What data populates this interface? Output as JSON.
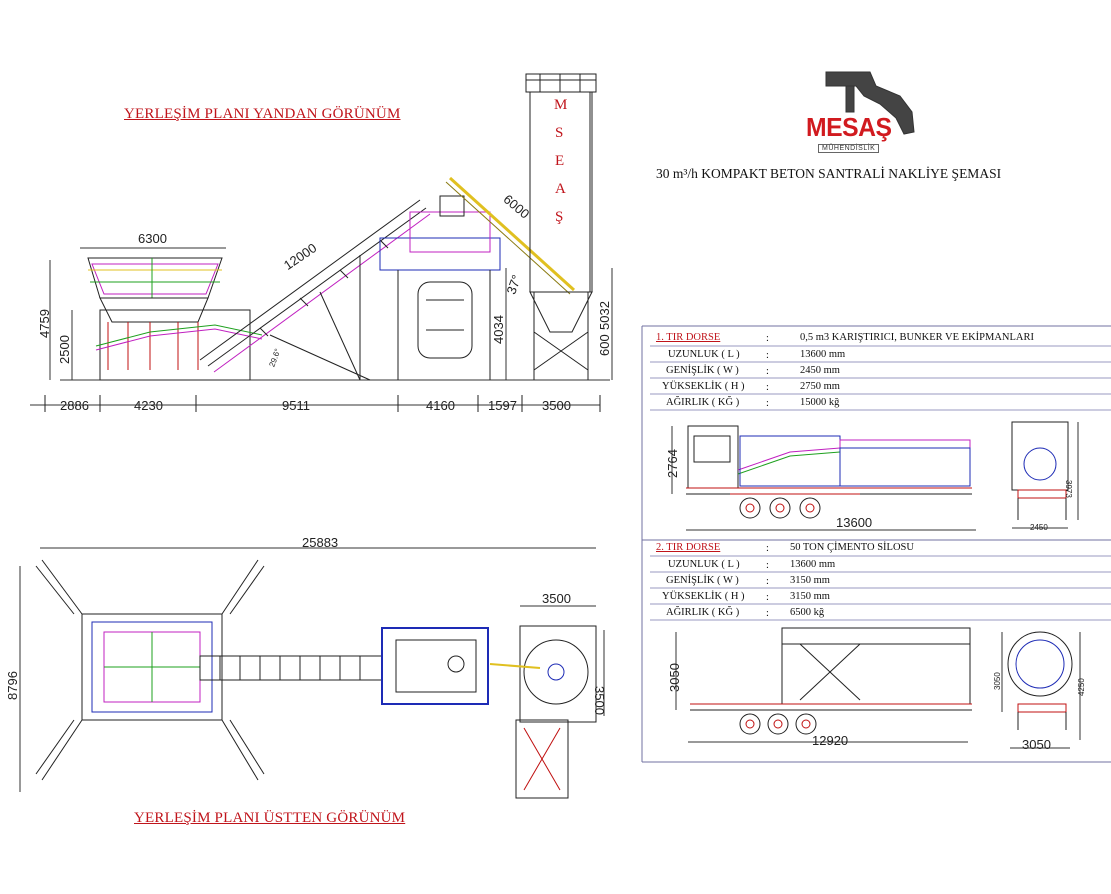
{
  "titles": {
    "side_view": "YERLEŞİM PLANI YANDAN GÖRÜNÜM",
    "top_view": "YERLEŞİM PLANI ÜSTTEN GÖRÜNÜM",
    "plant": "30 m³/h KOMPAKT  BETON SANTRALİ NAKLİYE ŞEMASI"
  },
  "brand": {
    "name": "MESAŞ",
    "subtitle": "MÜHENDİSLİK",
    "silo_letters": [
      "M",
      "S",
      "E",
      "A",
      "Ş"
    ]
  },
  "side_view_dims": {
    "bunker_width": "6300",
    "conveyor_length": "12000",
    "screw_length": "6000",
    "screw_angle": "37°",
    "conveyor_angle": "29.6°",
    "height_bunker_top": "4759",
    "height_bunker": "2500",
    "height_mixer": "4034",
    "height_silo_leg": "5032",
    "height_silo_leg_overlap": "600",
    "bottom": [
      "2886",
      "4230",
      "9511",
      "4160",
      "1597",
      "3500"
    ]
  },
  "top_view_dims": {
    "total_length": "25883",
    "total_width": "8796",
    "silo_width": "3500",
    "silo_depth": "3500"
  },
  "truck1": {
    "header": "1. TIR DORSE",
    "description": "0,5 m3 KARIŞTIRICI, BUNKER VE EKİPMANLARI",
    "rows": [
      {
        "label": "UZUNLUK ( L )",
        "value": "13600 mm"
      },
      {
        "label": "GENİŞLİK ( W )",
        "value": "2450 mm"
      },
      {
        "label": "YÜKSEKLİK ( H )",
        "value": "2750 mm"
      },
      {
        "label": "AĞIRLIK ( KĞ )",
        "value": "15000 kğ"
      }
    ],
    "dims": {
      "height": "2764",
      "length": "13600",
      "width": "2450",
      "side_height": "3973"
    }
  },
  "truck2": {
    "header": "2. TIR DORSE",
    "description": "50 TON ÇİMENTO SİLOSU",
    "rows": [
      {
        "label": "UZUNLUK ( L )",
        "value": "13600 mm"
      },
      {
        "label": "GENİŞLİK ( W )",
        "value": "3150 mm"
      },
      {
        "label": "YÜKSEKLİK ( H )",
        "value": "3150 mm"
      },
      {
        "label": "AĞIRLIK ( KĞ )",
        "value": "6500 kğ"
      }
    ],
    "dims": {
      "height": "3050",
      "length": "12920",
      "width": "3050",
      "rear_inner": "3050",
      "rear_outer": "4250"
    }
  },
  "colors": {
    "accent_red": "#c0141b",
    "line": "#222222",
    "blue": "#1d2bb5",
    "magenta": "#c020c0",
    "green": "#1ea01e",
    "yellow": "#e0c020"
  }
}
